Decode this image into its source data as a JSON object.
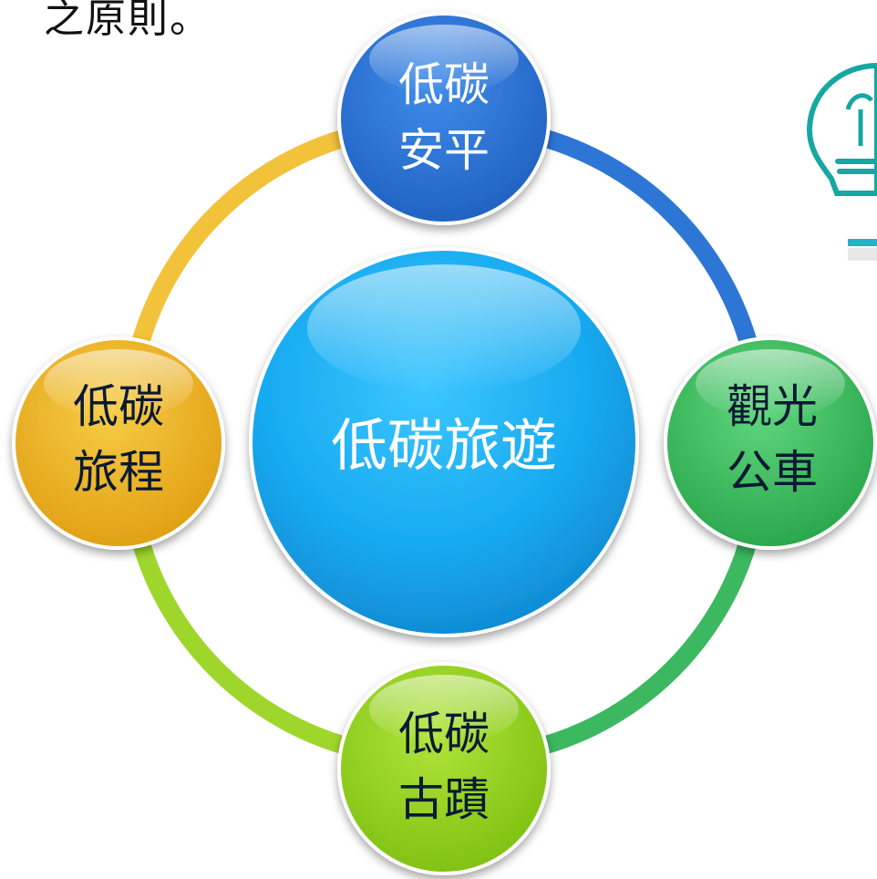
{
  "header": {
    "text": "之原則。"
  },
  "diagram": {
    "center": {
      "label": "低碳旅遊",
      "color": "#19aef0"
    },
    "nodes": [
      {
        "id": "top",
        "line1": "低碳",
        "line2": "安平",
        "color": "#2a6fd1",
        "text_color": "#ffffff"
      },
      {
        "id": "right",
        "line1": "觀光",
        "line2": "公車",
        "color": "#39c05e",
        "text_color": "#0b1a33"
      },
      {
        "id": "bottom",
        "line1": "低碳",
        "line2": "古蹟",
        "color": "#8fd11a",
        "text_color": "#0b1a33"
      },
      {
        "id": "left",
        "line1": "低碳",
        "line2": "旅程",
        "color": "#f0b21d",
        "text_color": "#0b1a33"
      }
    ],
    "ring_colors": {
      "top_right": "#2d76d6",
      "bottom_right": "#3cb860",
      "bottom_left": "#9fd62c",
      "top_left": "#f2c23a"
    },
    "decor": {
      "lightbulb_color": "#16a7a0",
      "bar_color": "#1fb5c4"
    }
  }
}
